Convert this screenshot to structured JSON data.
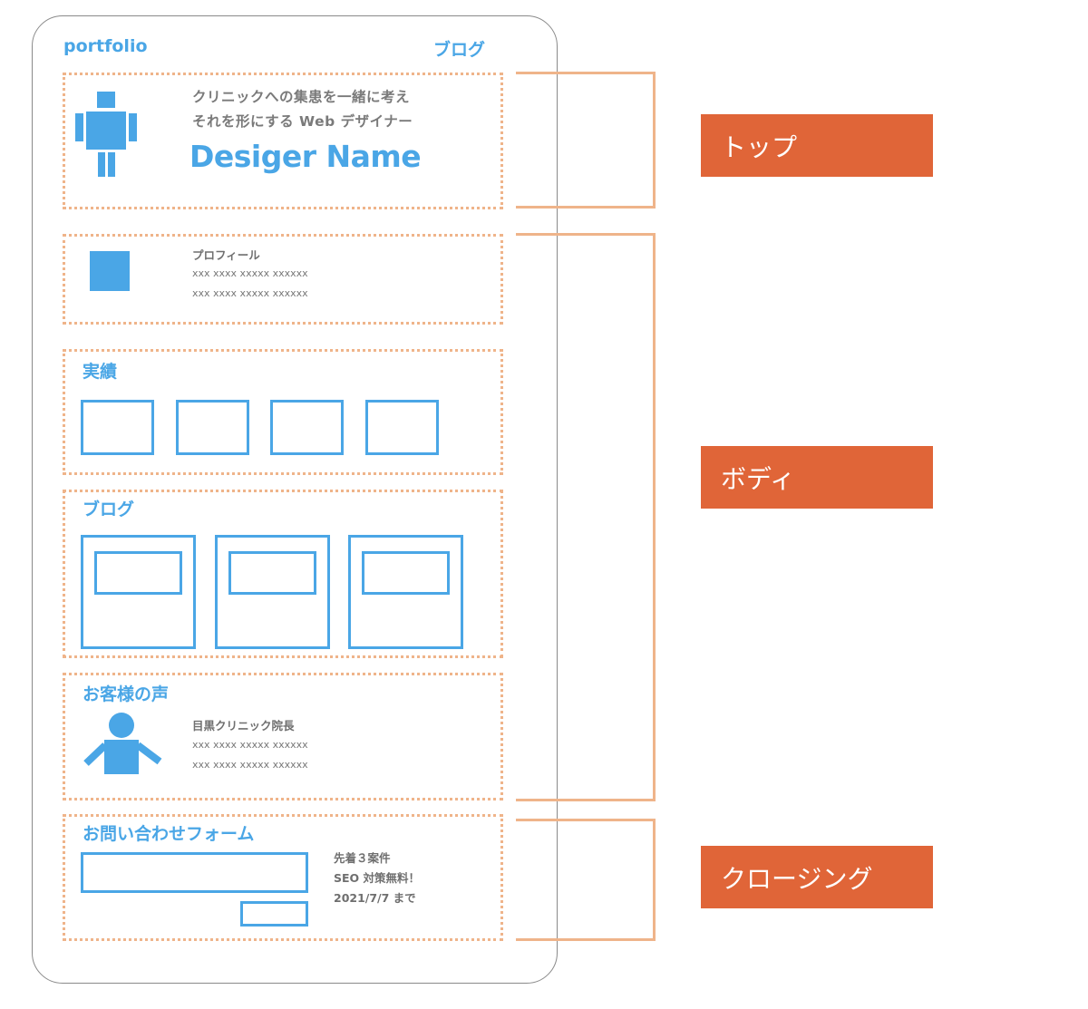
{
  "nav": {
    "logo": "portfolio",
    "blog_link": "ブログ"
  },
  "top": {
    "tagline_line1": "クリニックへの集患を一緒に考え",
    "tagline_line2": "それを形にする Web デザイナー",
    "designer_name": "Desiger Name"
  },
  "profile": {
    "title": "プロフィール",
    "line1": "xxx xxxx xxxxx xxxxxx",
    "line2": "xxx xxxx xxxxx xxxxxx"
  },
  "works": {
    "title": "実績"
  },
  "blog": {
    "title": "ブログ"
  },
  "voice": {
    "title": "お客様の声",
    "author": "目黒クリニック院長",
    "line1": "xxx xxxx xxxxx xxxxxx",
    "line2": "xxx xxxx xxxxx xxxxxx"
  },
  "contact": {
    "title": "お問い合わせフォーム",
    "offer_line1": "先着３案件",
    "offer_line2": "SEO 対策無料！",
    "offer_line3": "2021/7/7 まで"
  },
  "labels": {
    "top": "トップ",
    "body": "ボディ",
    "closing": "クロージング"
  },
  "colors": {
    "accent_blue": "#4aa6e6",
    "section_border": "#efb48a",
    "label_bg": "#e06538"
  }
}
